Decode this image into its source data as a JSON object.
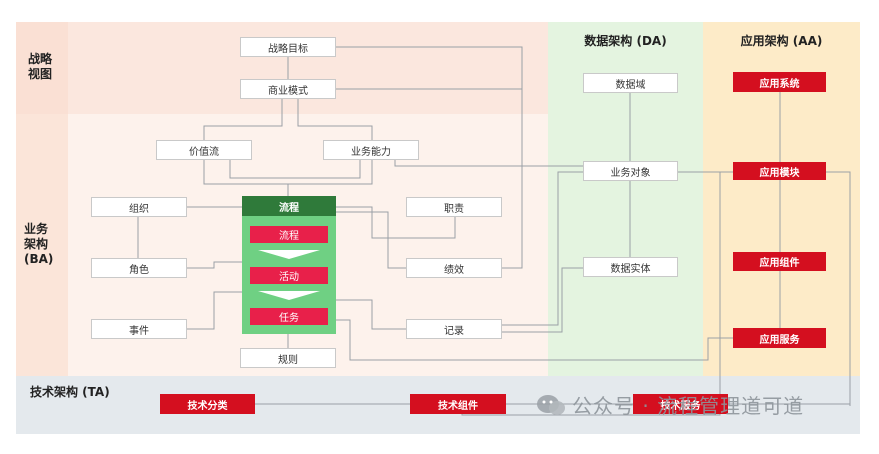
{
  "rows": {
    "strategy": "战略\n视图",
    "business": "业务\n架构\n(BA)",
    "tech": "技术架构 (TA)"
  },
  "columns": {
    "data": "数据架构 (DA)",
    "app": "应用架构 (AA)"
  },
  "strategy_nodes": {
    "goal": "战略目标",
    "model": "商业模式"
  },
  "business_nodes": {
    "value_stream": "价值流",
    "capability": "业务能力",
    "org": "组织",
    "role": "角色",
    "event": "事件",
    "duty": "职责",
    "performance": "绩效",
    "record": "记录",
    "rule": "规则"
  },
  "process_block": {
    "header": "流程",
    "process": "流程",
    "activity": "活动",
    "task": "任务"
  },
  "data_nodes": {
    "domain": "数据域",
    "object": "业务对象",
    "entity": "数据实体"
  },
  "app_nodes": {
    "system": "应用系统",
    "module": "应用模块",
    "component": "应用组件",
    "service": "应用服务"
  },
  "tech_nodes": {
    "category": "技术分类",
    "component": "技术组件",
    "service": "技术服务"
  },
  "watermark": "公众号 · 流程管理道可道",
  "colors": {
    "strategy_bg": "#fbe9e0",
    "business_bg": "#fdf1ea",
    "data_bg": "#e4f4e0",
    "app_bg": "#fdebc8",
    "tech_bg": "#e4e9ed",
    "accent_red": "#d40f1f",
    "process_green": "#6fcf83",
    "process_header": "#2f7a3a"
  }
}
